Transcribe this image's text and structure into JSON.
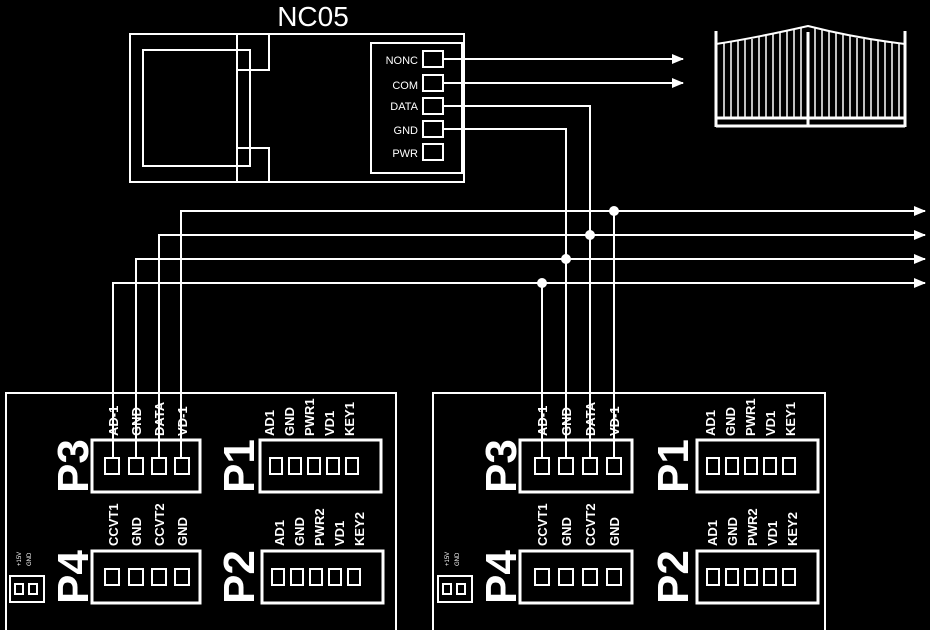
{
  "module": {
    "title": "NC05",
    "terminals": [
      "NONC",
      "COM",
      "DATA",
      "GND",
      "PWR"
    ]
  },
  "boards": [
    {
      "p3": {
        "name": "P3",
        "pins": [
          "AD-1",
          "GND",
          "DATA",
          "VD-1"
        ]
      },
      "p1": {
        "name": "P1",
        "pins": [
          "AD1",
          "GND",
          "PWR1",
          "VD1",
          "KEY1"
        ]
      },
      "p4": {
        "name": "P4",
        "pins": [
          "CCVT1",
          "GND",
          "CCVT2",
          "GND"
        ]
      },
      "p2": {
        "name": "P2",
        "pins": [
          "AD1",
          "GND",
          "PWR2",
          "VD1",
          "KEY2"
        ]
      },
      "power_label": [
        "+15V",
        "GND"
      ]
    },
    {
      "p3": {
        "name": "P3",
        "pins": [
          "AD-1",
          "GND",
          "DATA",
          "VD-1"
        ]
      },
      "p1": {
        "name": "P1",
        "pins": [
          "AD1",
          "GND",
          "PWR1",
          "VD1",
          "KEY1"
        ]
      },
      "p4": {
        "name": "P4",
        "pins": [
          "CCVT1",
          "GND",
          "CCVT2",
          "GND"
        ]
      },
      "p2": {
        "name": "P2",
        "pins": [
          "AD1",
          "GND",
          "PWR2",
          "VD1",
          "KEY2"
        ]
      },
      "power_label": [
        "+15V",
        "GND"
      ]
    }
  ],
  "colors": {
    "background": "#000000",
    "line": "#ffffff"
  }
}
